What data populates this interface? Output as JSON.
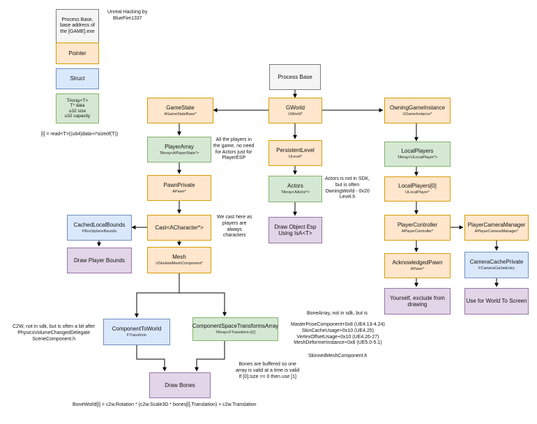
{
  "title": {
    "line1": "Unreal Hacking by",
    "line2": "BlueFire1337"
  },
  "legend": {
    "base": "Process Base,\nbase address of\nthe [GAME].exe",
    "pointer": "Pointer",
    "struct": "Struct",
    "tarray": "TArray<T>\nT* data\nu32 size\nu32 capacity",
    "formula": "[i] = read<T>((u64)data+i*sizeof(T))"
  },
  "nodes": {
    "process_base": {
      "title": "Process Base"
    },
    "gworld": {
      "title": "GWorld",
      "type": "UWorld*"
    },
    "game_state": {
      "title": "GameState",
      "type": "AGameStateBase*"
    },
    "owning_game_instance": {
      "title": "OwningGameInstance",
      "type": "UGameInstance*"
    },
    "player_array": {
      "title": "PlayerArray",
      "type": "TArray<APlayerState*>"
    },
    "persistent_level": {
      "title": "PersistentLevel",
      "type": "ULevel*"
    },
    "local_players": {
      "title": "LocalPlayers",
      "type": "TArray<ULocalPlayer*>"
    },
    "pawn_private": {
      "title": "PawnPrivate",
      "type": "APawn*"
    },
    "actors": {
      "title": "Actors",
      "type": "TArray<AActor*>"
    },
    "local_players_0": {
      "title": "LocalPlayers[0]",
      "type": "ULocalPlayer*"
    },
    "cached_local_bounds": {
      "title": "CachedLocalBounds",
      "type": "FBoxSphereBounds"
    },
    "cast_character": {
      "title": "Cast<ACharacter*>"
    },
    "draw_object_esp": {
      "title": "Draw Object Esp\nUsing IsA<T>"
    },
    "player_controller": {
      "title": "PlayerController",
      "type": "APlayerController*"
    },
    "player_camera_manager": {
      "title": "PlayerCameraManager",
      "type": "APlayerCameraManager*"
    },
    "draw_player_bounds": {
      "title": "Draw Player Bounds"
    },
    "mesh": {
      "title": "Mesh",
      "type": "USkeletalMeshComponent*"
    },
    "acknowledged_pawn": {
      "title": "AcknowledgedPawn",
      "type": "APawn*"
    },
    "camera_cache_private": {
      "title": "CameraCachePrivate",
      "type": "FCameraCacheEntry"
    },
    "yourself": {
      "title": "Yourself, exclude from\ndrawing"
    },
    "world_to_screen": {
      "title": "Use for World To Screen"
    },
    "component_to_world": {
      "title": "ComponentToWorld",
      "type": "FTransform"
    },
    "component_space_transforms": {
      "title": "ComponentSpaceTransformsArray",
      "type": "TArray<FTransform>[2]"
    },
    "draw_bones": {
      "title": "Draw Bones"
    }
  },
  "notes": {
    "player_array_note": "All the players in\nthe game, no need\nfor Actors just for\nPlayerESP",
    "actors_note": "Actors is not in SDK,\nbut is often\nOwningWorld - 0x20\nLevel.h",
    "cast_note": "We cast here as\nplayers are\nalways\ncharacters",
    "bone_array_note": "BoneArray, not in sdk, but is",
    "bone_array_offsets": "MasterPoseComponent+0x8 (UE4.13-4.24)\nSkinCacheUsage+0x10 (UE4.25)\nVertexOffsetUsage+0x10 (UE4.26-27)\nMeshDeformerInstance+0x8 (UE5.0-5.1)",
    "skinned_mesh": "SkinnedMeshComponent.h",
    "c2w_note": "C2W, not in sdk, but is often a bit after\nPhysicsVolumeChangedDelegate\nSceneComponent.h",
    "bones_buffered": "Bones are buffered so one\narray is valid at a time is valid\nIf [0].size == 0 then use [1]",
    "bone_world": "BoneWorld[i] = c2w.Rotation * (c2w.Scale3D * bones[i].Translation) + c2w.Translation"
  },
  "colors": {
    "edge": "#000000",
    "base": "#f5f5f5",
    "pointer": "#ffe6cc",
    "struct": "#dae8fc",
    "tarray": "#d5e8d4",
    "action": "#e1d5e7"
  }
}
